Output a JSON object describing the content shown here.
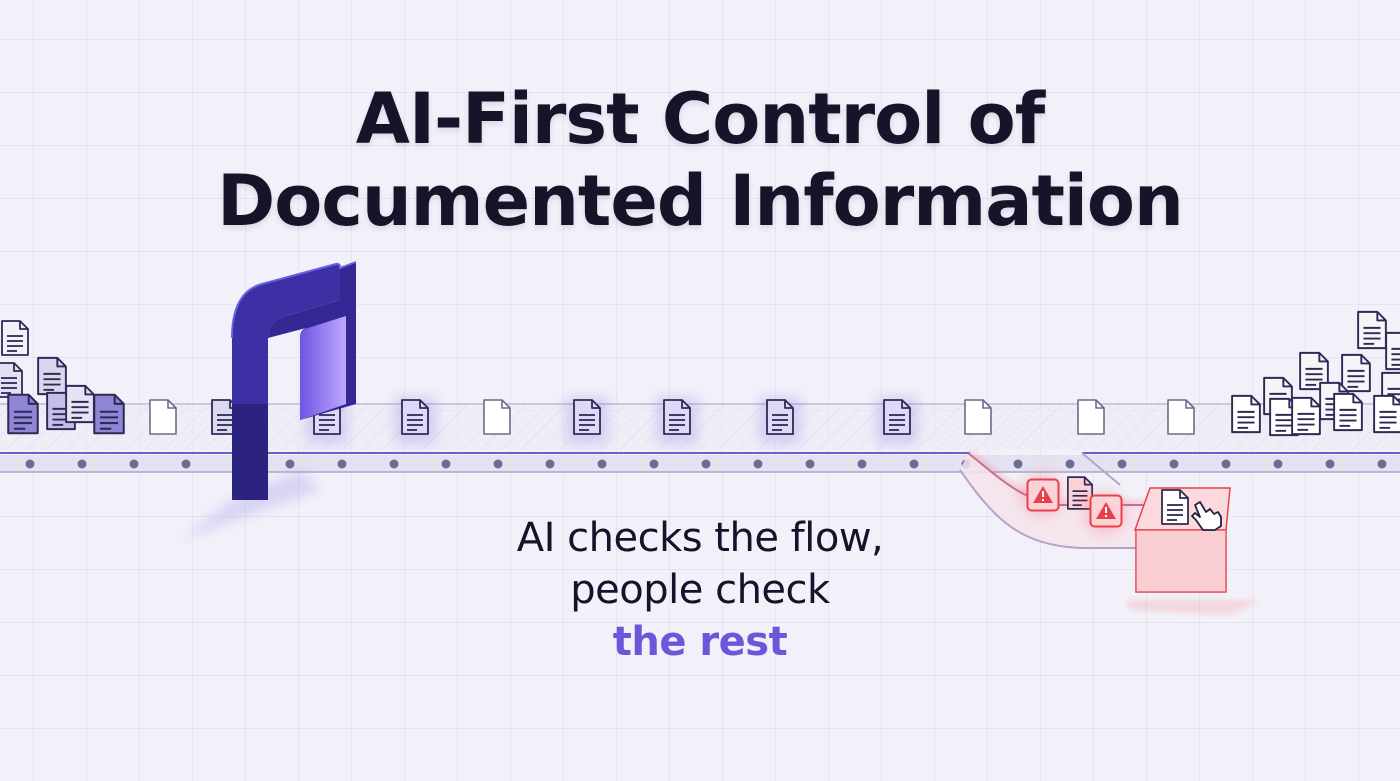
{
  "title": {
    "line1": "AI-First Control of",
    "line2": "Documented Information"
  },
  "tagline": {
    "line1": "AI checks the flow,",
    "line2_prefix": "people check ",
    "line2_highlight": "the rest"
  },
  "colors": {
    "accent": "#6a57d9",
    "gate": "#3a2f9e",
    "alert": "#e8414d",
    "reject_bin": "#f8c5cb"
  },
  "icons": [
    "document-icon",
    "warning-icon",
    "hand-pointer-icon",
    "scanner-gate"
  ]
}
